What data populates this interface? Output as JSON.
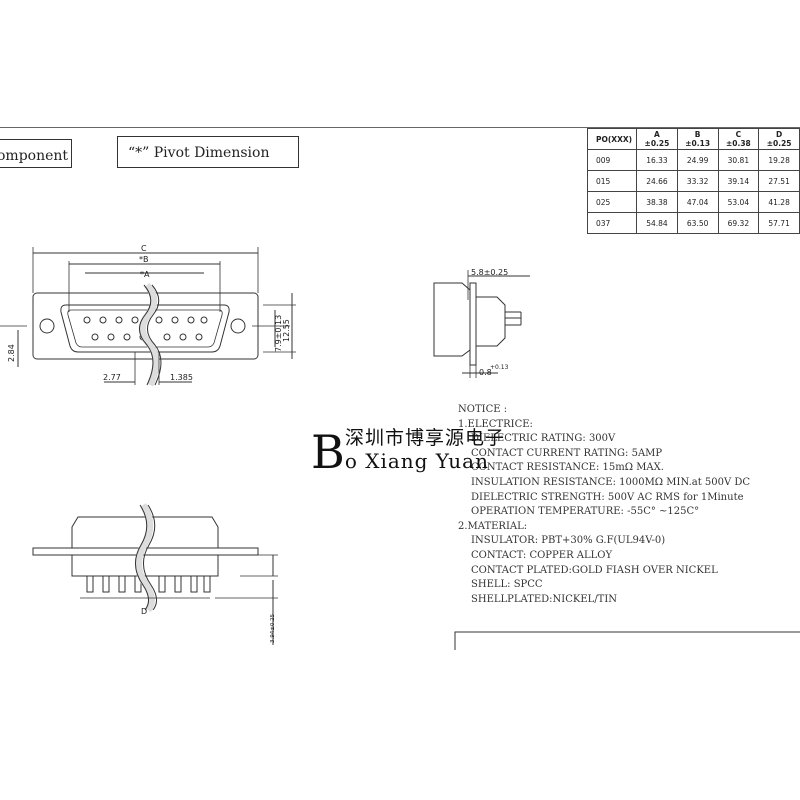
{
  "labels": {
    "component_fragment": "omponent",
    "pivot_note": "“*” Pivot Dimension"
  },
  "dims_table": {
    "headers": [
      "PO(XXX)",
      "A ±0.25",
      "B ±0.13",
      "C ±0.38",
      "D ±0.25"
    ],
    "rows": [
      [
        "009",
        "16.33",
        "24.99",
        "30.81",
        "19.28"
      ],
      [
        "015",
        "24.66",
        "33.32",
        "39.14",
        "27.51"
      ],
      [
        "025",
        "38.38",
        "47.04",
        "53.04",
        "41.28"
      ],
      [
        "037",
        "54.84",
        "63.50",
        "69.32",
        "57.71"
      ]
    ]
  },
  "drawing": {
    "dim_c": "C",
    "dim_b": "*B",
    "dim_a": "*A",
    "dim_d": "D",
    "dim_284": "2.84",
    "dim_277": "2.77",
    "dim_1385": "1.385",
    "dim_79": "7.9±0.13",
    "dim_1255": "12.55",
    "dim_58": "5.8±0.25",
    "dim_08": "0.8",
    "dim_08_tol": "+0.13",
    "dim_small": "3.94±0.25"
  },
  "notes": {
    "title": "NOTICE :",
    "electric_heading": "1.ELECTRICE:",
    "electric": [
      "DIELECTRIC RATING: 300V",
      "CONTACT CURRENT RATING: 5AMP",
      "CONTACT RESISTANCE: 15mΩ MAX.",
      "INSULATION RESISTANCE: 1000MΩ MIN.at 500V DC",
      "DIELECTRIC STRENGTH: 500V AC RMS for 1Minute",
      "OPERATION TEMPERATURE: -55C° ~125C°"
    ],
    "material_heading": "2.MATERIAL:",
    "material": [
      "INSULATOR: PBT+30% G.F(UL94V-0)",
      "CONTACT: COPPER ALLOY",
      "CONTACT PLATED:GOLD FIASH OVER NICKEL",
      "SHELL: SPCC",
      "SHELLPLATED:NICKEL/TIN"
    ]
  },
  "watermark": {
    "chinese": "深圳市博享源电子",
    "initial": "B",
    "rest": "o Xiang Yuan"
  }
}
